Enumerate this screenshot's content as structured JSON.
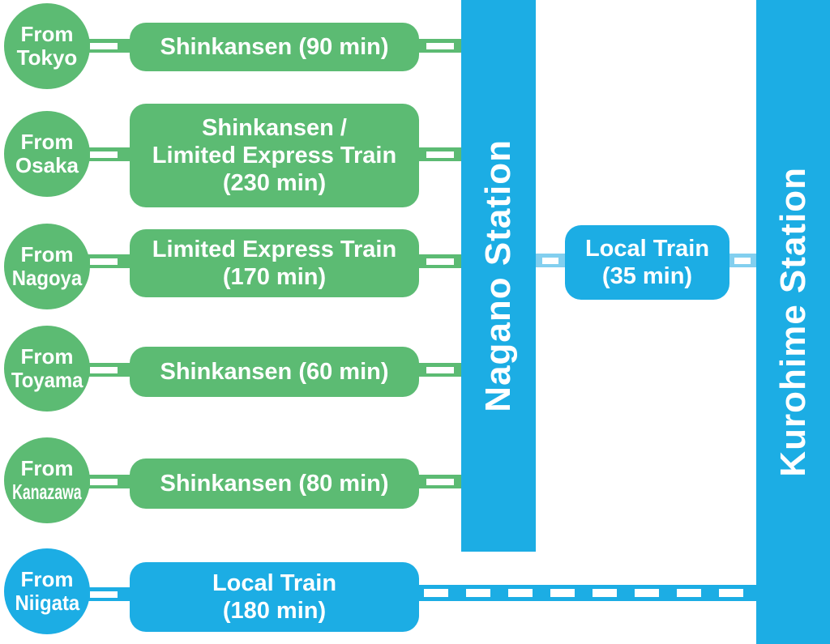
{
  "palette": {
    "green": "#5CBB73",
    "blue": "#1CADE4",
    "light_blue": "#82CFEF",
    "text": "#FFFFFF"
  },
  "origins": [
    {
      "line1": "From",
      "line2": "Tokyo"
    },
    {
      "line1": "From",
      "line2": "Osaka"
    },
    {
      "line1": "From",
      "line2": "Nagoya"
    },
    {
      "line1": "From",
      "line2": "Toyama"
    },
    {
      "line1": "From",
      "line2": "Kanazawa"
    },
    {
      "line1": "From",
      "line2": "Niigata"
    }
  ],
  "routes": [
    {
      "lines": [
        "Shinkansen (90 min)"
      ]
    },
    {
      "lines": [
        "Shinkansen /",
        "Limited Express Train",
        "(230 min)"
      ]
    },
    {
      "lines": [
        "Limited Express Train",
        "(170 min)"
      ]
    },
    {
      "lines": [
        "Shinkansen (60 min)"
      ]
    },
    {
      "lines": [
        "Shinkansen (80 min)"
      ]
    },
    {
      "lines": [
        "Local Train",
        "(180 min)"
      ]
    }
  ],
  "transfer": {
    "lines": [
      "Local Train",
      "(35 min)"
    ]
  },
  "stations": {
    "nagano": "Nagano Station",
    "kurohime": "Kurohime Station"
  }
}
